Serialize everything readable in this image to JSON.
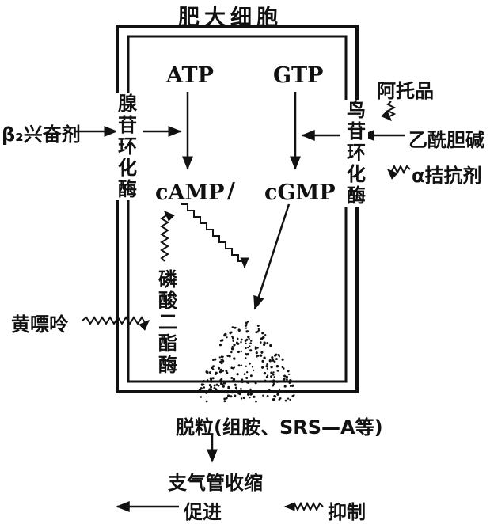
{
  "title": "肥大细胞",
  "left_stimulus": "β₂兴奋剂",
  "right_stimulus_top": "乙酰胆碱",
  "right_inhibitor_top": "阿托品",
  "right_inhibitor_bottom": "α拮抗剂",
  "left_inhibitor": "黄嘌呤",
  "enzyme_left": "腺苷环化酶",
  "enzyme_right": "鸟苷环化酶",
  "enzyme_pde": "磷酸二酯酶",
  "atp": "ATP",
  "gtp": "GTP",
  "camp": "cAMP",
  "slash": "/",
  "cgmp": "cGMP",
  "degranulation": "脱粒(组胺、SRS—A等)",
  "result": "支气管收缩",
  "legend": {
    "promote": "促进",
    "inhibit": "抑制"
  }
}
